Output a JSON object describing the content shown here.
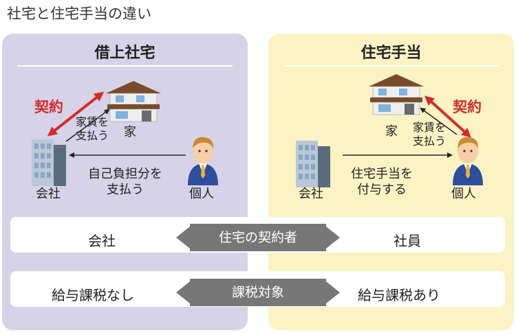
{
  "title": "社宅と住宅手当の違い",
  "left_panel": {
    "heading": "借上社宅",
    "contract": "契約",
    "rent": "家賃を\n支払う",
    "house": "家",
    "company": "会社",
    "pay_self": "自己負担分を\n支払う",
    "person": "個人"
  },
  "right_panel": {
    "heading": "住宅手当",
    "contract": "契約",
    "rent": "家賃を\n支払う",
    "house": "家",
    "company": "会社",
    "allowance": "住宅手当を\n付与する",
    "person": "個人"
  },
  "rows": [
    {
      "left": "会社",
      "center": "住宅の契約者",
      "right": "社員"
    },
    {
      "left": "給与課税なし",
      "center": "課税対象",
      "right": "給与課税あり"
    }
  ],
  "colors": {
    "left_panel_bg": "#d6d2e7",
    "right_panel_bg": "#fbf3c4",
    "contract_red": "#d62b2b",
    "tag_gray": "#777777"
  }
}
